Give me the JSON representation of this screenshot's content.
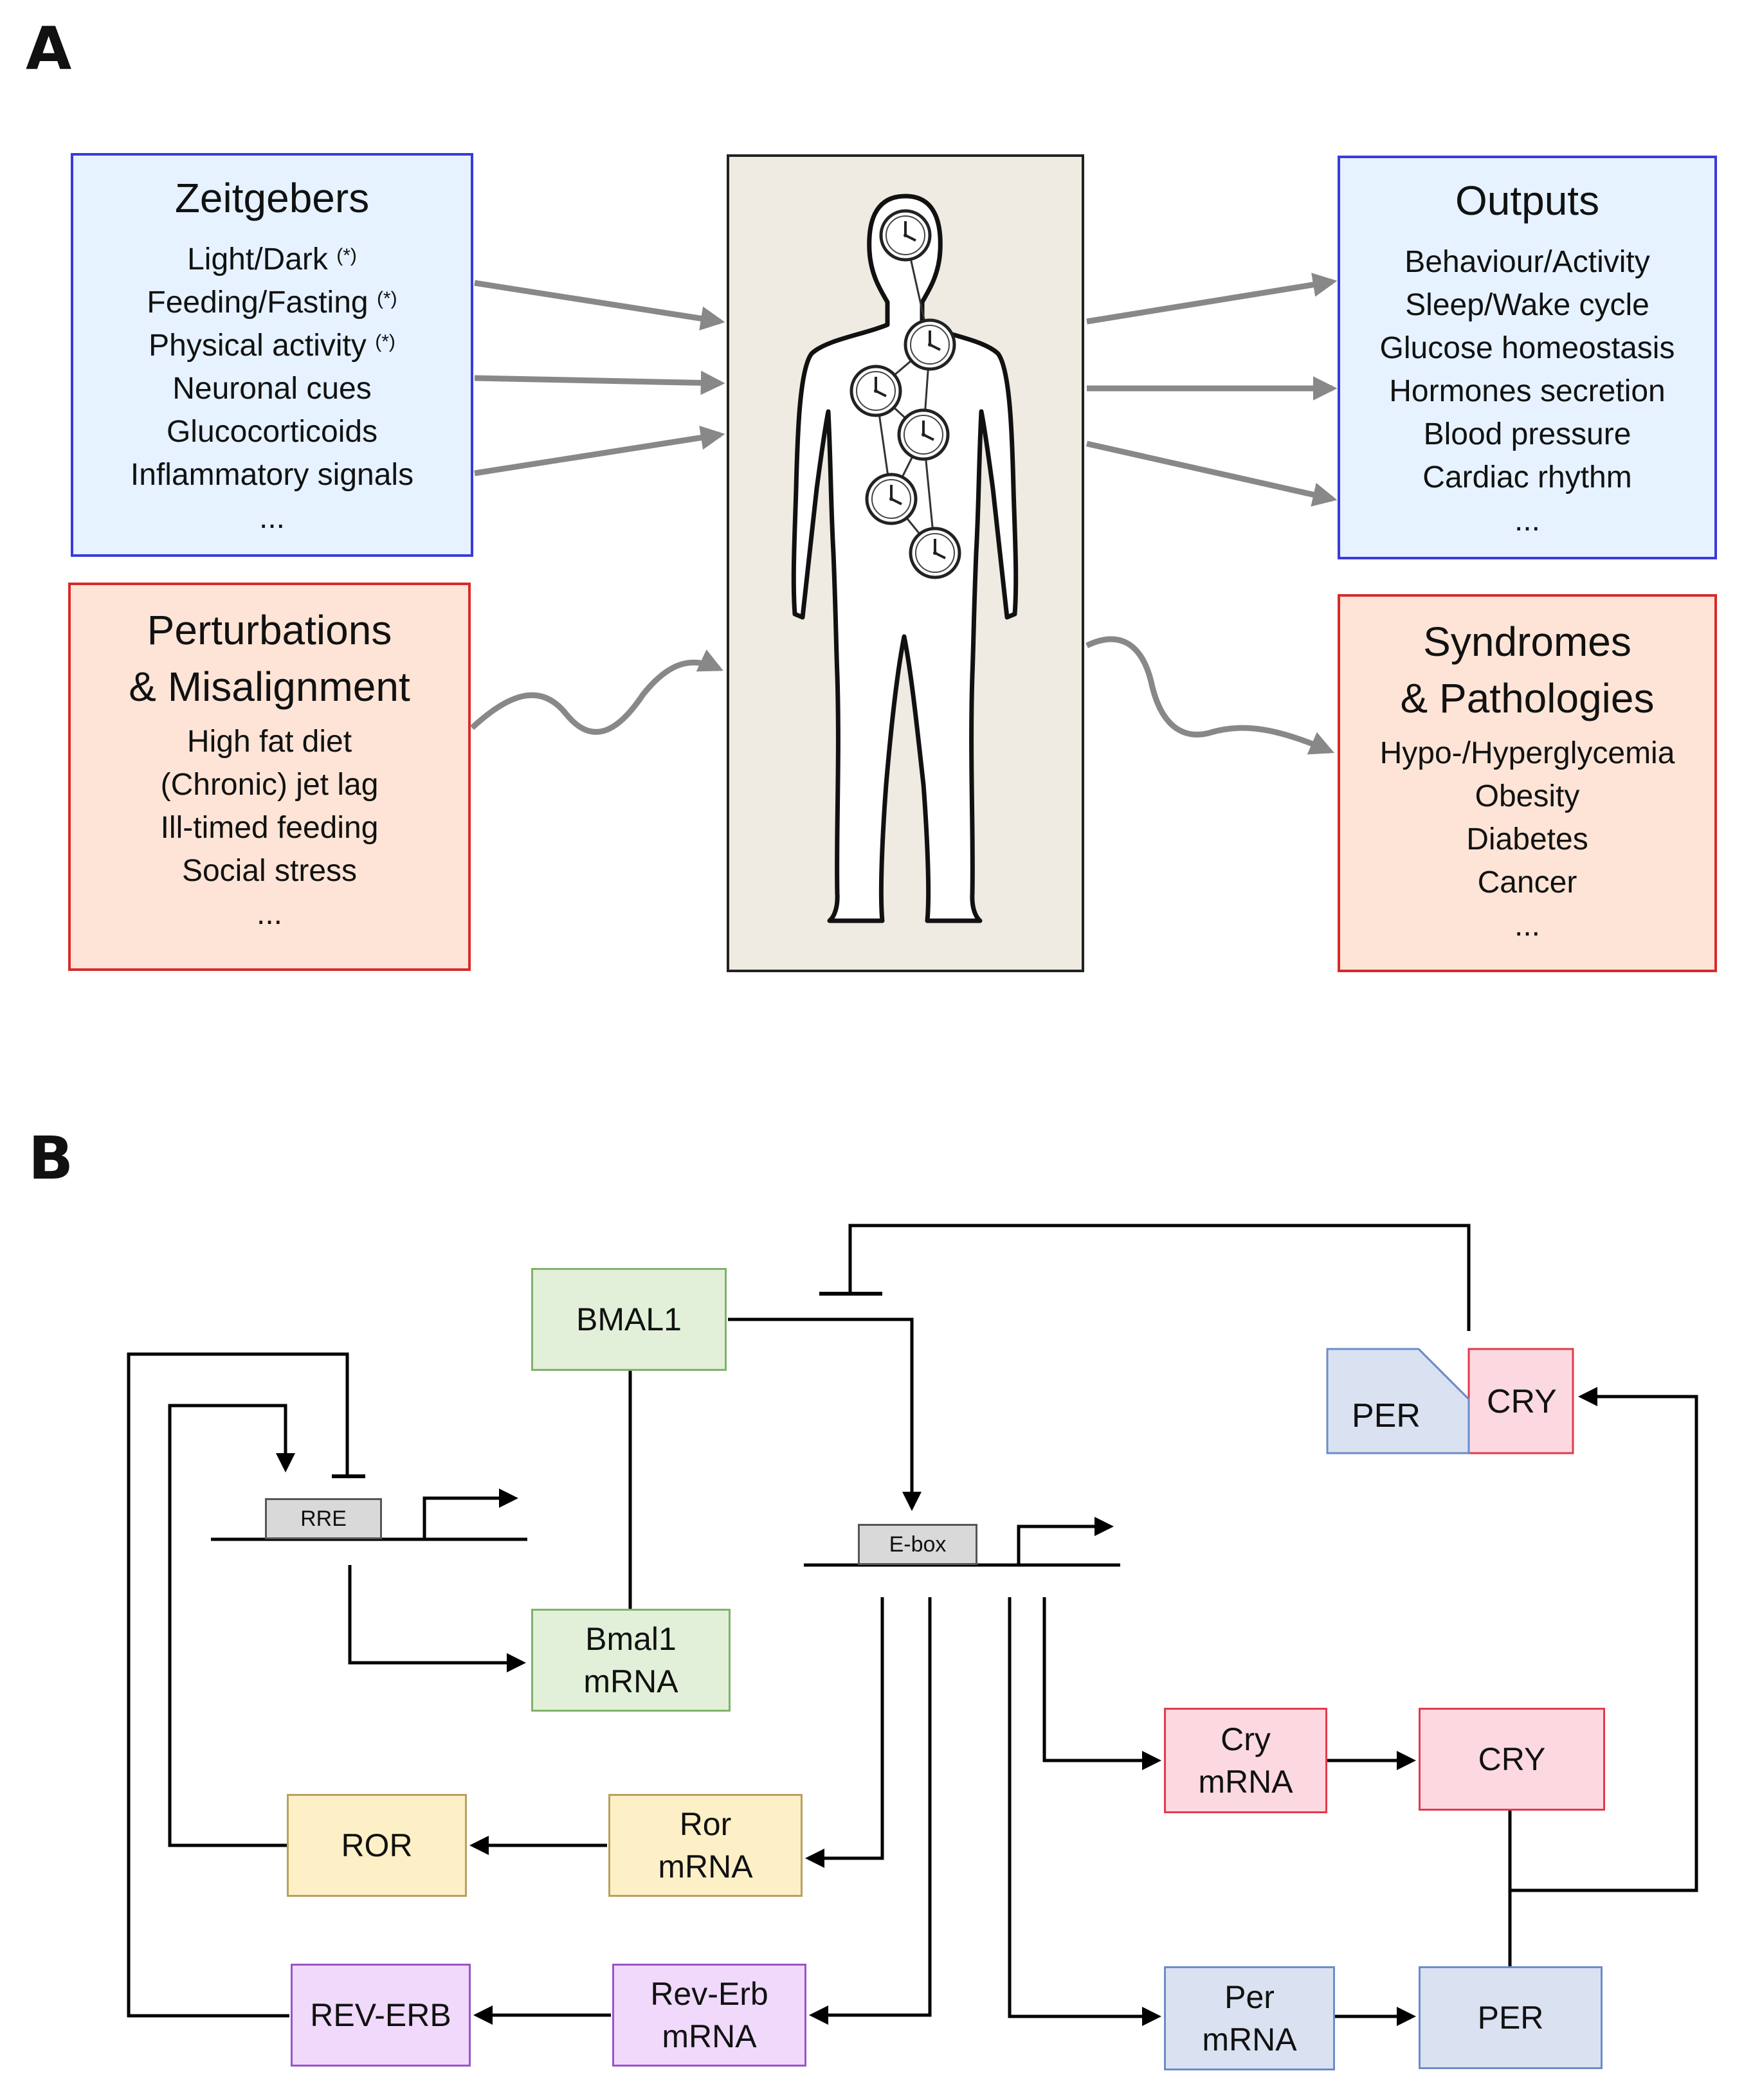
{
  "panel_a": {
    "label": "A",
    "zeitgebers": {
      "title": "Zeitgebers",
      "items": [
        {
          "text": "Light/Dark",
          "mark": "(*)"
        },
        {
          "text": "Feeding/Fasting",
          "mark": "(*)"
        },
        {
          "text": "Physical activity",
          "mark": "(*)"
        },
        {
          "text": "Neuronal cues",
          "mark": ""
        },
        {
          "text": "Glucocorticoids",
          "mark": ""
        },
        {
          "text": "Inflammatory signals",
          "mark": ""
        },
        {
          "text": "...",
          "mark": ""
        }
      ]
    },
    "perturbations": {
      "title_line1": "Perturbations",
      "title_line2": "& Misalignment",
      "items": [
        "High fat diet",
        "(Chronic) jet lag",
        "Ill-timed feeding",
        "Social stress",
        "..."
      ]
    },
    "outputs": {
      "title": "Outputs",
      "items": [
        "Behaviour/Activity",
        "Sleep/Wake cycle",
        "Glucose homeostasis",
        "Hormones secretion",
        "Blood pressure",
        "Cardiac rhythm",
        "..."
      ]
    },
    "syndromes": {
      "title_line1": "Syndromes",
      "title_line2": "& Pathologies",
      "items": [
        "Hypo-/Hyperglycemia",
        "Obesity",
        "Diabetes",
        "Cancer",
        "..."
      ]
    },
    "colors": {
      "blue_fill": "#e6f2ff",
      "blue_border": "#3a3adb",
      "red_fill": "#fde4d6",
      "red_border": "#d82a2a",
      "arrow": "#888888"
    }
  },
  "panel_b": {
    "label": "B",
    "nodes": {
      "bmal1": "BMAL1",
      "rre": "RRE",
      "ebox": "E-box",
      "bmal1_mrna": [
        "Bmal1",
        "mRNA"
      ],
      "ror_mrna": [
        "Ror",
        "mRNA"
      ],
      "ror": "ROR",
      "reverb_mrna": [
        "Rev-Erb",
        "mRNA"
      ],
      "reverb": "REV-ERB",
      "cry_mrna": [
        "Cry",
        "mRNA"
      ],
      "cry": "CRY",
      "per_mrna": [
        "Per",
        "mRNA"
      ],
      "per": "PER",
      "complex_per": "PER",
      "complex_cry": "CRY"
    }
  }
}
